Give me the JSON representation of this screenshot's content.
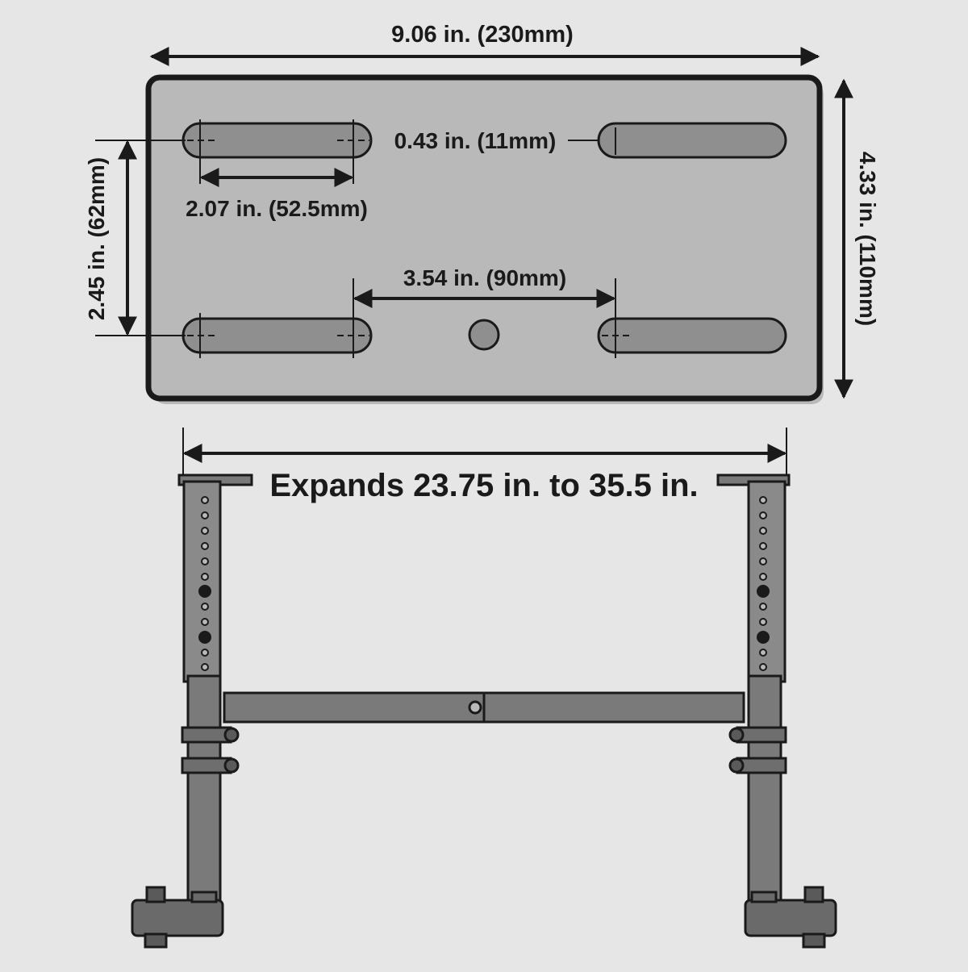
{
  "colors": {
    "background": "#e6e6e6",
    "plate_fill": "#b9b9b9",
    "outline": "#1a1a1a",
    "slot_fill": "#8f8f8f",
    "leg_fill": "#7a7a7a"
  },
  "plate": {
    "width_label": "9.06 in. (230mm)",
    "height_label": "4.33 in. (110mm)",
    "slot_width_label": "0.43 in. (11mm)",
    "slot_length_label": "2.07 in. (52.5mm)",
    "slot_spacing_label": "2.45 in. (62mm)",
    "center_spacing_label": "3.54 in. (90mm)"
  },
  "stand": {
    "expand_label": "Expands 23.75 in. to 35.5 in."
  }
}
